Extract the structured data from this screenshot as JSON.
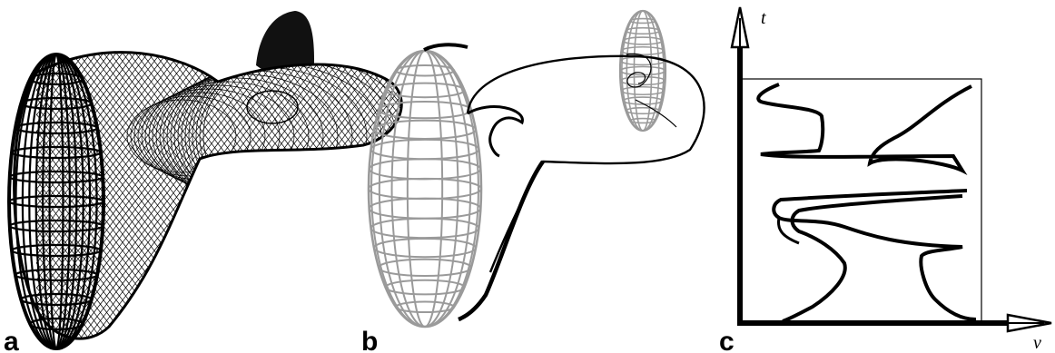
{
  "panels": {
    "a": {
      "label": "a"
    },
    "b": {
      "label": "b"
    },
    "c": {
      "label": "c",
      "x_axis_label": "v",
      "y_axis_label": "t"
    }
  },
  "colors": {
    "ink": "#000000",
    "grey_mesh": "#9a9a9a"
  }
}
